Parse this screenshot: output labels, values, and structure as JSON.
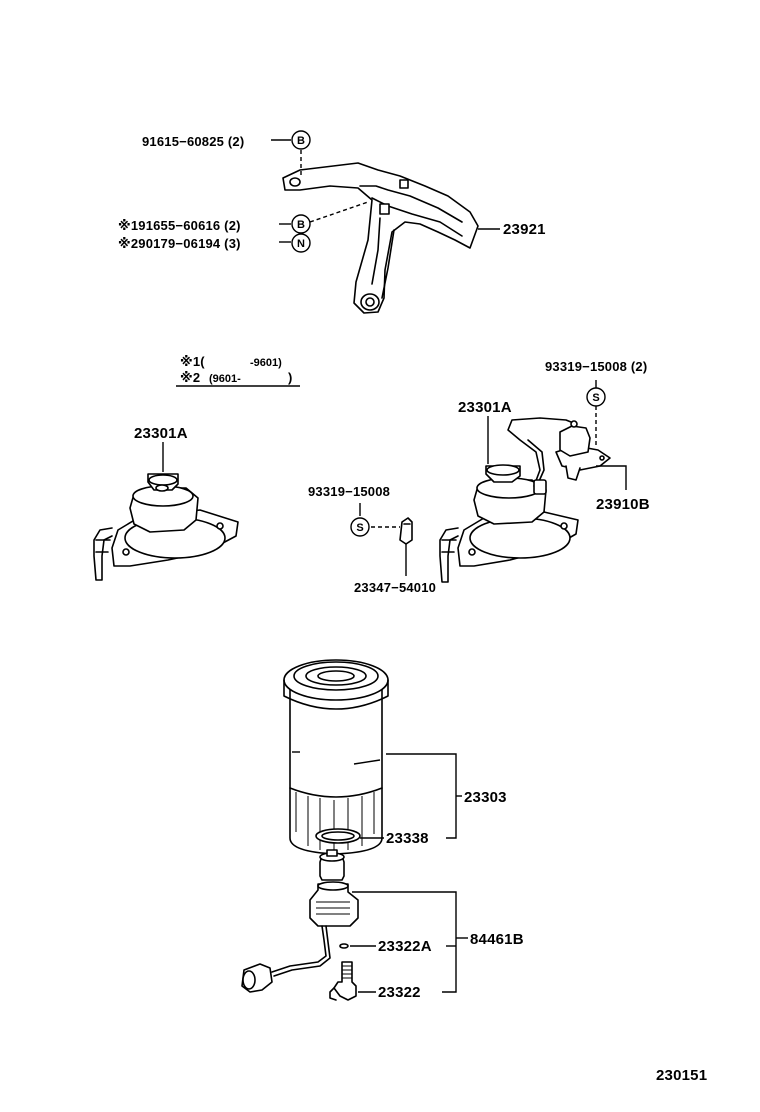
{
  "labels": {
    "bolt_91615": "91615−60825 (2)",
    "bolt_91655": "※191655−60616 (2)",
    "nut_90179": "※290179−06194 (3)",
    "bracket": "23921",
    "filter_head_left": "23301A",
    "filter_head_right": "23301A",
    "screw_right": "93319−15008 (2)",
    "screw_center": "93319−15008",
    "switch": "23910B",
    "clip": "23347−54010",
    "filter_element": "23303",
    "gasket": "23338",
    "plug_asm": "84461B",
    "o_ring": "23322A",
    "sensor": "23322",
    "diagram_number": "230151"
  },
  "legend": {
    "row1_mark": "※1(",
    "row1_range": "-9601)",
    "row2_mark": "※2",
    "row2_range": "(9601-",
    "row2_close": ")"
  },
  "symbols": {
    "B": "B",
    "N": "N",
    "S": "S"
  }
}
